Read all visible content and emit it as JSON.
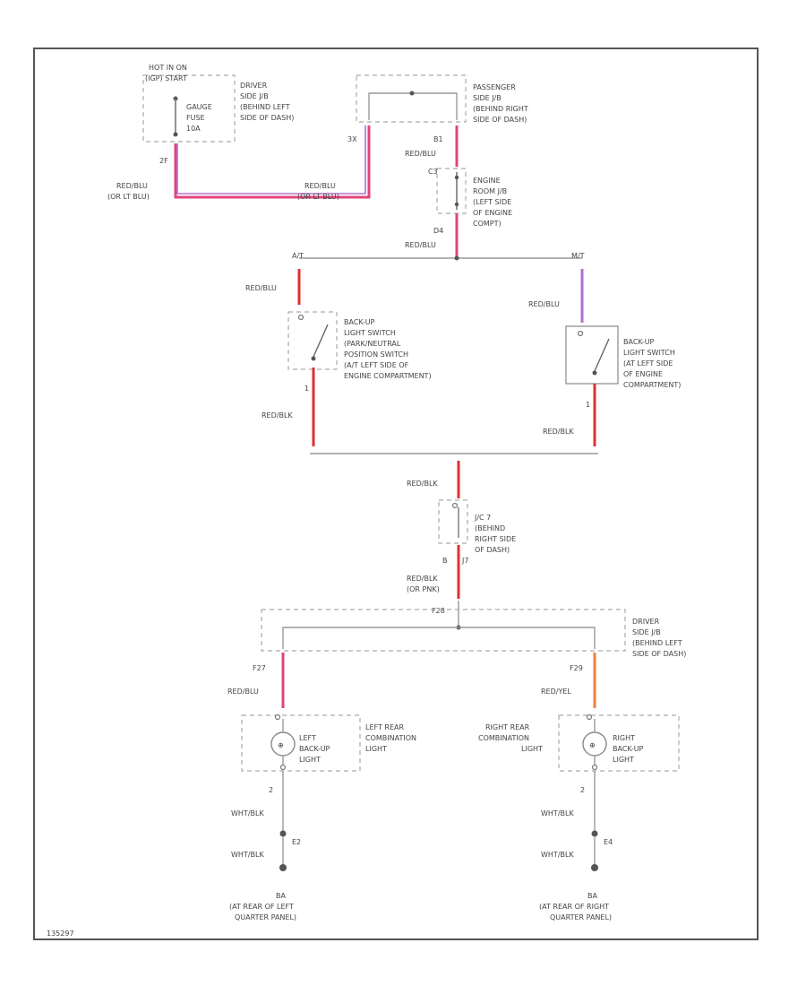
{
  "colors": {
    "pink": "#e0457a",
    "red": "#e03030",
    "violet": "#b070d0",
    "orange": "#f08040",
    "wire": "#999999",
    "frame": "#555555"
  },
  "labels": {
    "hot_in_on": "HOT IN ON",
    "hot_in_on_2": "(IGP) START",
    "gauge_fuse": "GAUGE",
    "gauge_fuse_2": "FUSE",
    "gauge_fuse_3": "10A",
    "driver_jb_1": "DRIVER",
    "driver_jb_2": "SIDE J/B",
    "driver_jb_3": "(BEHIND LEFT",
    "driver_jb_4": "SIDE OF DASH)",
    "pass_jb_1": "PASSENGER",
    "pass_jb_2": "SIDE J/B",
    "pass_jb_3": "(BEHIND RIGHT",
    "pass_jb_4": "SIDE OF DASH)",
    "engine_jb_1": "ENGINE",
    "engine_jb_2": "ROOM J/B",
    "engine_jb_3": "(LEFT SIDE",
    "engine_jb_4": "OF ENGINE",
    "engine_jb_5": "COMPT)",
    "conn_2f": "2F",
    "conn_3x": "3X",
    "conn_b1": "B1",
    "conn_c3": "C3",
    "conn_d4": "D4",
    "conn_at": "A/T",
    "conn_mt": "M/T",
    "wire_red_blu": "RED/BLU",
    "wire_red_blu_2": "(OR LT BLU)",
    "wire_red_blk": "RED/BLK",
    "wire_red_blk_2": "(OR PNK)",
    "wire_red_yel": "RED/YEL",
    "wire_wht_blk": "WHT/BLK",
    "at_sw_1": "BACK-UP",
    "at_sw_2": "LIGHT SWITCH",
    "at_sw_3": "(PARK/NEUTRAL",
    "at_sw_4": "POSITION SWITCH",
    "at_sw_5": "(A/T LEFT SIDE OF",
    "at_sw_6": "ENGINE COMPARTMENT)",
    "mt_sw_1": "BACK-UP",
    "mt_sw_2": "LIGHT SWITCH",
    "mt_sw_3": "(AT LEFT SIDE",
    "mt_sw_4": "OF ENGINE",
    "mt_sw_5": "COMPARTMENT)",
    "jc_1": "J/C 7",
    "jc_2": "(BEHIND",
    "jc_3": "RIGHT SIDE",
    "jc_4": "OF DASH)",
    "conn_b": "B",
    "conn_j7": "J7",
    "conn_f28": "F28",
    "conn_f27": "F27",
    "conn_f29": "F29",
    "pin_1": "1",
    "pin_2": "2",
    "lrc_1": "LEFT REAR",
    "lrc_2": "COMBINATION",
    "lrc_3": "LIGHT",
    "rrc_1": "RIGHT REAR",
    "rrc_2": "COMBINATION",
    "rrc_3": "LIGHT",
    "lbu_1": "LEFT",
    "lbu_2": "BACK-UP",
    "lbu_3": "LIGHT",
    "rbu_1": "RIGHT",
    "rbu_2": "BACK-UP",
    "rbu_3": "LIGHT",
    "gnd_e2": "E2",
    "gnd_e4": "E4",
    "gnd_ba": "BA",
    "gl_1": "(AT REAR OF LEFT",
    "gl_2": "QUARTER PANEL)",
    "gr_1": "(AT REAR OF RIGHT",
    "gr_2": "QUARTER PANEL)",
    "fig_id": "135297"
  }
}
